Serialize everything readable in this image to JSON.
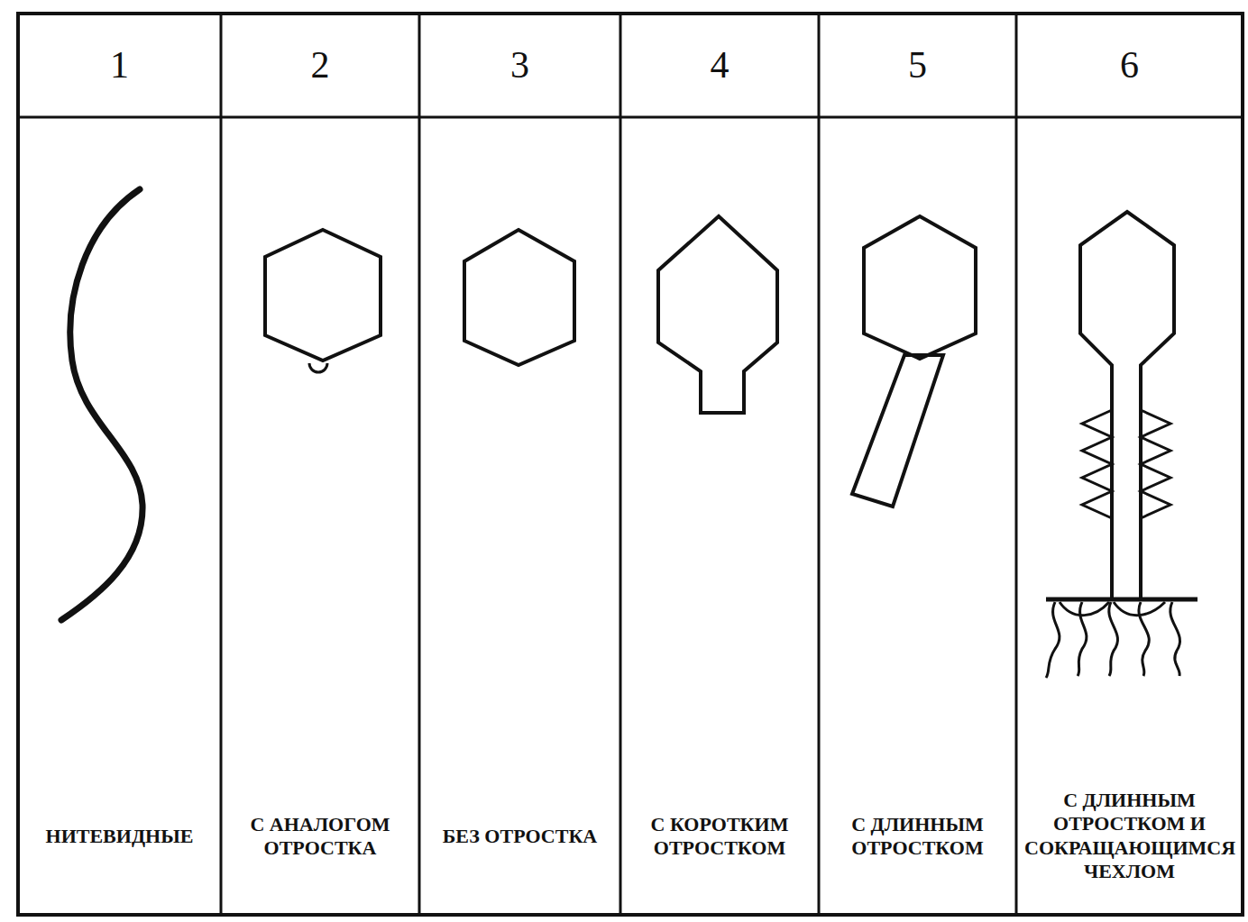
{
  "diagram": {
    "labels": [
      "1",
      "2",
      "3",
      "4",
      "5",
      "6",
      "НИТЕВИДНЫЕ",
      "С АНАЛОГОМ ОТРОСТКА",
      "БЕЗ ОТРОСТКА",
      "С КОРОТКИМ ОТРОСТКОМ",
      "С ДЛИННЫМ ОТРОСТКОМ",
      "С ДЛИННЫМ ОТРОСТКОМ И СОКРАЩАЮЩИМСЯ ЧЕХЛОМ"
    ]
  }
}
